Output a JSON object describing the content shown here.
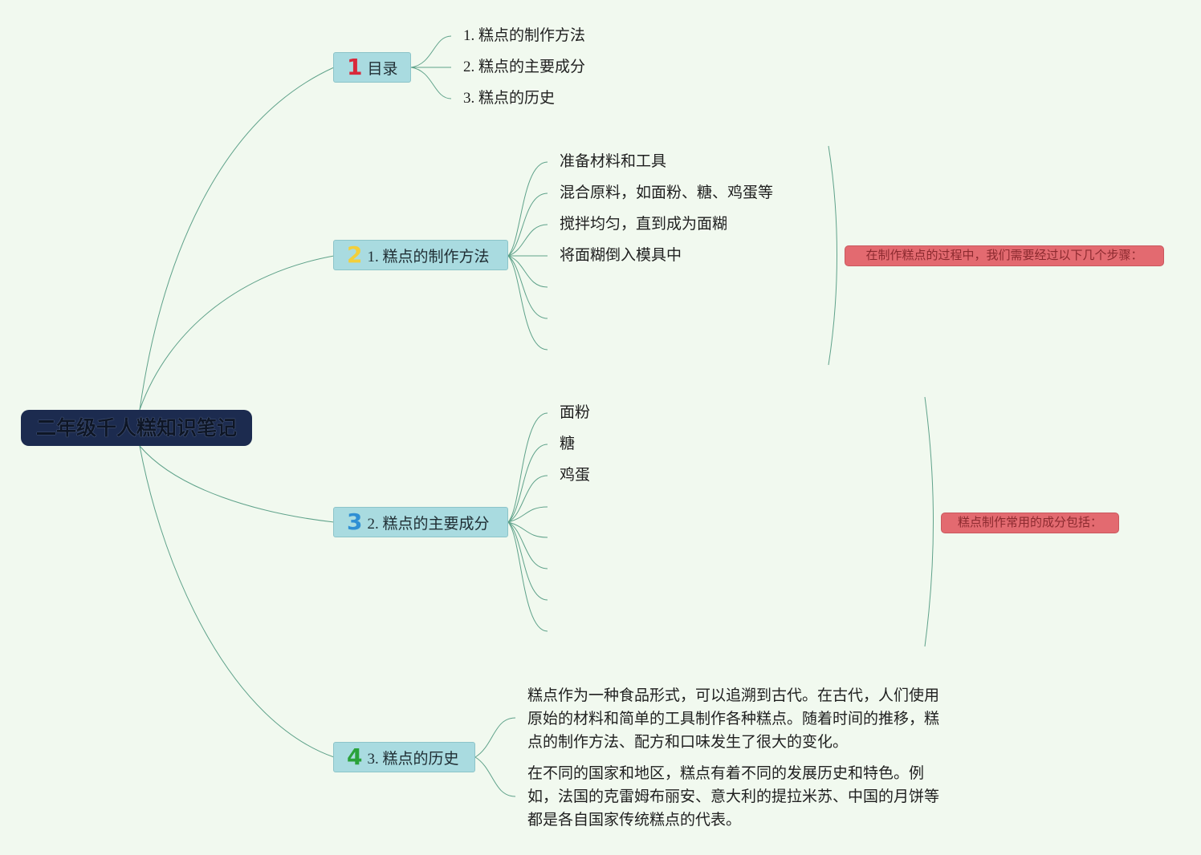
{
  "colors": {
    "background": "#f1f9ef",
    "root_fill": "#1c2b4f",
    "branch_fill": "#a9dbe0",
    "connector": "#5fa28a",
    "summary_fill": "#e36a70",
    "marker_1": "#d9283a",
    "marker_2": "#f3cf3a",
    "marker_3": "#2f8fd4",
    "marker_4": "#2aa23a"
  },
  "root": {
    "title": "二年级千人糕知识笔记"
  },
  "branches": [
    {
      "marker": "1",
      "label": "目录",
      "children": [
        "1. 糕点的制作方法",
        "2. 糕点的主要成分",
        "3. 糕点的历史"
      ]
    },
    {
      "marker": "2",
      "label": "1. 糕点的制作方法",
      "children": [
        "准备材料和工具",
        "混合原料，如面粉、糖、鸡蛋等",
        "搅拌均匀，直到成为面糊",
        "将面糊倒入模具中"
      ],
      "summary": "在制作糕点的过程中，我们需要经过以下几个步骤："
    },
    {
      "marker": "3",
      "label": "2. 糕点的主要成分",
      "children": [
        "面粉",
        "糖",
        "鸡蛋"
      ],
      "summary": "糕点制作常用的成分包括："
    },
    {
      "marker": "4",
      "label": "3. 糕点的历史",
      "paragraphs": [
        "糕点作为一种食品形式，可以追溯到古代。在古代，人们使用原始的材料和简单的工具制作各种糕点。随着时间的推移，糕点的制作方法、配方和口味发生了很大的变化。",
        "在不同的国家和地区，糕点有着不同的发展历史和特色。例如，法国的克雷姆布丽安、意大利的提拉米苏、中国的月饼等都是各自国家传统糕点的代表。"
      ]
    }
  ]
}
